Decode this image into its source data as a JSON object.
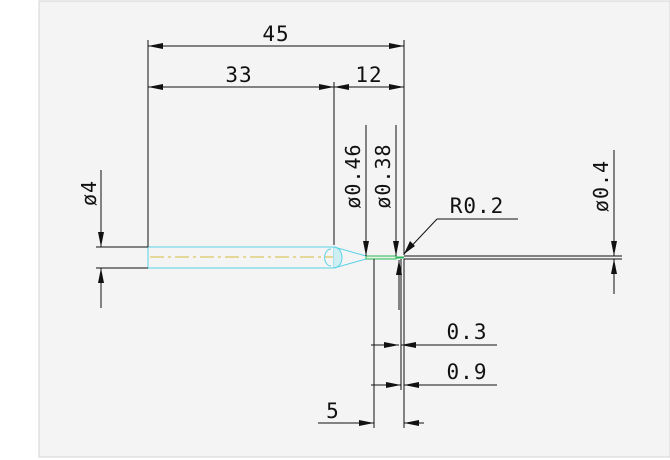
{
  "drawing": {
    "background_color": "#f4f4f4",
    "frame_color": "#d4d4d4",
    "line_color": "#111111",
    "part_color": "#5ad2e6",
    "centerline_color": "#d4bd3c",
    "tip_color": "#2eb35a"
  },
  "dimensions": {
    "overall_length": "45",
    "body_length": "33",
    "tip_length": "12",
    "shank_diameter": "ø4",
    "neck_diameter": "ø0.46",
    "tip_diameter": "ø0.38",
    "tip_radius": "R0.2",
    "wire_diameter": "ø0.4",
    "offset_small": "0.3",
    "offset_large": "0.9",
    "offset_bottom": "5"
  }
}
